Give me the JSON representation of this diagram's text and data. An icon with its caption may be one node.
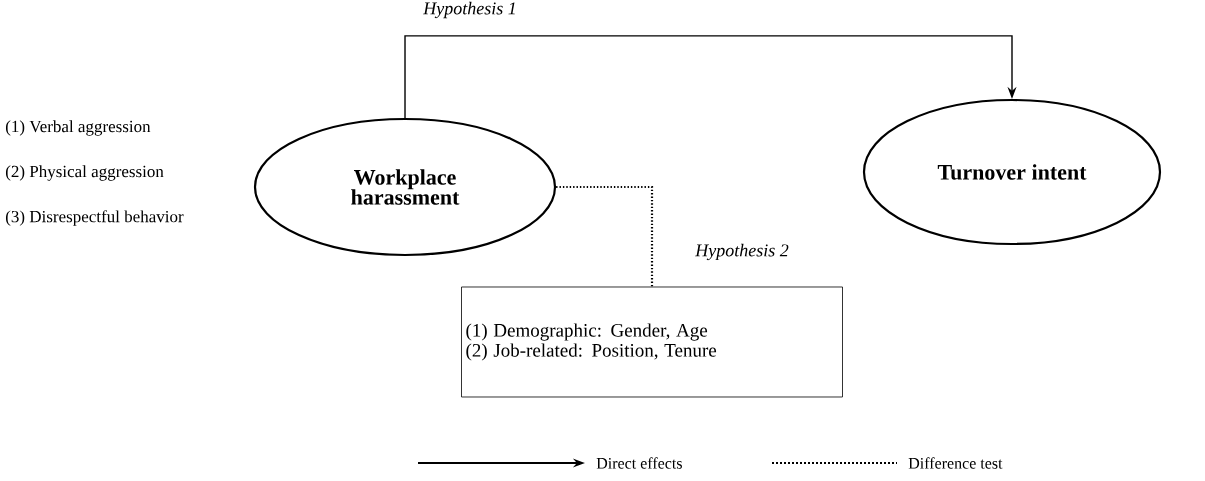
{
  "diagram": {
    "nodes": [
      {
        "text": [
          "Workplace harassment"
        ],
        "beside": [
          "(1) Verbal aggression",
          "(2) Physical aggression",
          "(3) Disrespectful behavior"
        ]
      },
      {
        "text": [
          "Turnover intent"
        ]
      },
      {
        "text": [
          "(1) Demographic: Gender, Age",
          "(2) Job-related: Position, Tenure"
        ]
      }
    ],
    "edges": [
      {
        "from": 0,
        "to": 1,
        "arrow": "to",
        "label": "Hypothesis 1"
      },
      {
        "from": 0,
        "to": 2,
        "arrow": "none",
        "style": "dashed",
        "label": "Hypothesis 2"
      }
    ],
    "legend": [
      {
        "text": "Direct effects"
      },
      {
        "text": "Difference test"
      }
    ]
  }
}
